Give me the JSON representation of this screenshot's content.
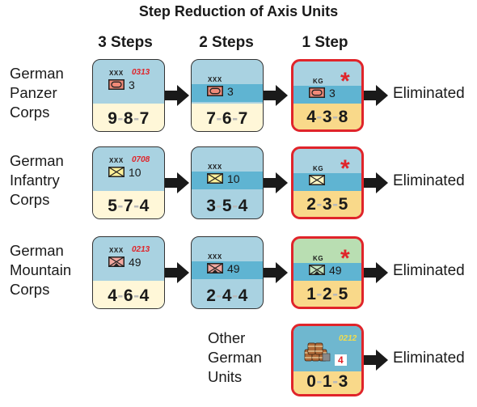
{
  "title": "Step Reduction of Axis Units",
  "columns": [
    "3 Steps",
    "2 Steps",
    "1 Step"
  ],
  "eliminated_label": "Eliminated",
  "rows": [
    {
      "label": [
        "German",
        "Panzer",
        "Corps"
      ],
      "symbol": "armor",
      "counters": [
        {
          "size": "XXX",
          "code": "0313",
          "num": "3",
          "stats": [
            "9",
            "8",
            "7"
          ]
        },
        {
          "size": "XXX",
          "num": "3",
          "stats": [
            "7",
            "6",
            "7"
          ]
        },
        {
          "size": "KG",
          "num": "3",
          "star": "*",
          "stats": [
            "4",
            "3",
            "8"
          ]
        }
      ]
    },
    {
      "label": [
        "German",
        "Infantry",
        "Corps"
      ],
      "symbol": "infantry",
      "counters": [
        {
          "size": "XXX",
          "code": "0708",
          "num": "10",
          "stats": [
            "5",
            "7",
            "4"
          ]
        },
        {
          "size": "XXX",
          "num": "10",
          "stats": [
            "3",
            "5",
            "4"
          ]
        },
        {
          "size": "KG",
          "star": "*",
          "stats": [
            "2",
            "3",
            "5"
          ]
        }
      ]
    },
    {
      "label": [
        "German",
        "Mountain",
        "Corps"
      ],
      "symbol": "mountain",
      "counters": [
        {
          "size": "XXX",
          "code": "0213",
          "num": "49",
          "stats": [
            "4",
            "6",
            "4"
          ]
        },
        {
          "size": "XXX",
          "num": "49",
          "stats": [
            "2",
            "4",
            "4"
          ]
        },
        {
          "size": "KG",
          "num": "49",
          "star": "*",
          "stats": [
            "1",
            "2",
            "5"
          ]
        }
      ]
    },
    {
      "label": [
        "Other",
        "German",
        "Units"
      ],
      "symbol": "supply",
      "counters": [
        {
          "code": "0212",
          "num": "4",
          "stats": [
            "0",
            "1",
            "3"
          ]
        }
      ]
    }
  ],
  "colors": {
    "counter_blue": "#a9d2e1",
    "band_blue": "#5fb4d2",
    "band_light": "#c9e3ee",
    "stat_cream": "#fff7d8",
    "stat_yellow": "#f9d98a",
    "kg_green": "#b9deb2",
    "armor_fill": "#f08a78",
    "infantry_fill": "#fff19a",
    "mountain_fill": "#f3a8a0",
    "kg_infantry_fill": "#fff7c2",
    "kg_mountain_fill": "#c5e7c0",
    "highlight_red": "#e0242a"
  }
}
